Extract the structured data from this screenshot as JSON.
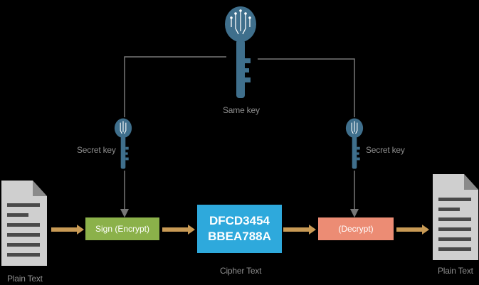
{
  "colors": {
    "background": "#000000",
    "line": "#777777",
    "arrow": "#c89a55",
    "key": "#3f6f8c",
    "label": "#8e8e8e",
    "sign_box": "#8bb14a",
    "cipher_box": "#2ea9dc",
    "decrypt_box": "#ec8c74",
    "document": "#cfcfcf"
  },
  "icons": {
    "same_key": "key-icon",
    "secret_key_left": "key-icon",
    "secret_key_right": "key-icon",
    "plain_text_left": "document-icon",
    "plain_text_right": "document-icon"
  },
  "labels": {
    "same_key": "Same key",
    "secret_key_left": "Secret key",
    "secret_key_right": "Secret key",
    "plain_text_left": "Plain Text",
    "plain_text_right": "Plain Text",
    "cipher_text": "Cipher Text"
  },
  "boxes": {
    "sign": "Sign (Encrypt)",
    "cipher_line1": "DFCD3454",
    "cipher_line2": "BBEA788A",
    "decrypt": "(Decrypt)"
  }
}
